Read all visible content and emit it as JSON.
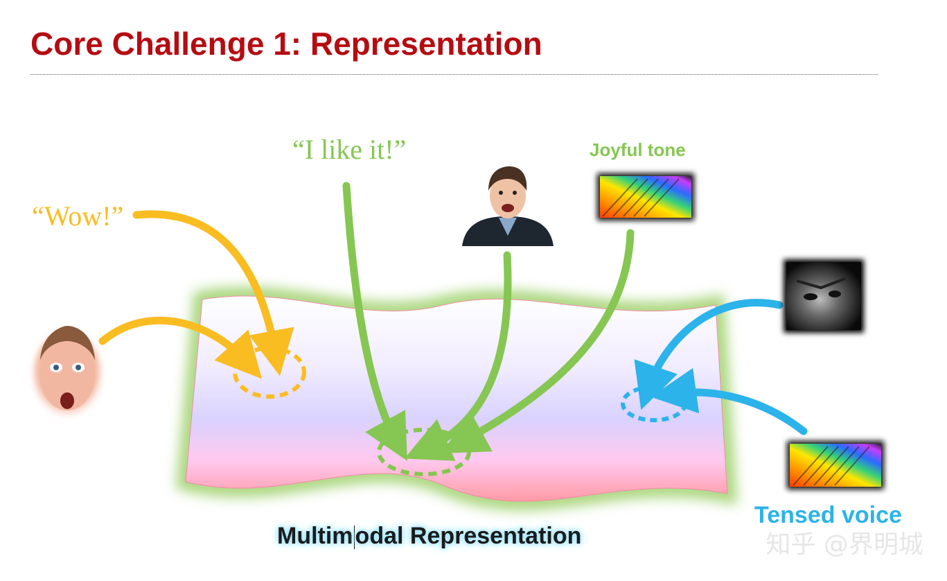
{
  "slide": {
    "title": "Core Challenge 1: Representation",
    "bottom_label_part1": "Multim",
    "bottom_label_part2": "odal Representation",
    "watermark": "知乎 @界明城"
  },
  "labels": {
    "wow": "“Wow!”",
    "like": "“I like it!”",
    "joyful": "Joyful tone",
    "tensed": "Tensed voice"
  },
  "colors": {
    "title": "#b50c12",
    "yellow": "#f9bd22",
    "green": "#86c652",
    "blue": "#2cb3ea",
    "sheet_glow": "#a9d67b"
  },
  "images": {
    "surprised_woman": "surprised-face-photo",
    "excited_man": "excited-man-photo",
    "spectrogram_top": "spectrogram-image",
    "dark_face": "dark-face-photo",
    "spectrogram_bottom": "spectrogram-image"
  }
}
